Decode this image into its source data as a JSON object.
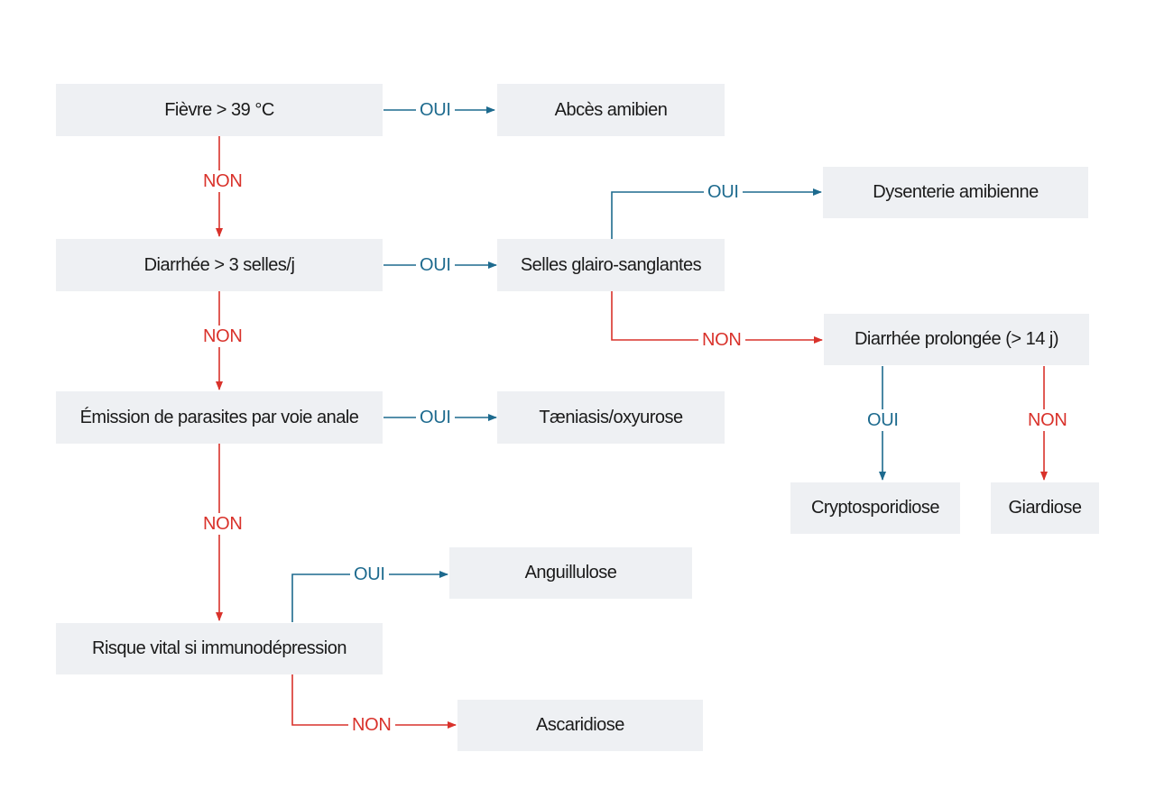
{
  "nodes": {
    "fievre": "Fièvre > 39 °C",
    "abces": "Abcès amibien",
    "diarrhee": "Diarrhée > 3 selles/j",
    "selles": "Selles glairo-sanglantes",
    "dysenterie": "Dysenterie amibienne",
    "prolongee": "Diarrhée prolongée (> 14 j)",
    "crypto": "Cryptosporidiose",
    "giardiose": "Giardiose",
    "emission": "Émission de parasites par voie anale",
    "taeniasis": "Tæniasis/oxyurose",
    "risque": "Risque vital si immunodépression",
    "anguillulose": "Anguillulose",
    "ascaridiose": "Ascaridiose"
  },
  "labels": {
    "yes": "OUI",
    "no": "NON"
  },
  "colors": {
    "yes": "#1d6a8e",
    "no": "#d9322b",
    "box": "#eef0f3"
  }
}
